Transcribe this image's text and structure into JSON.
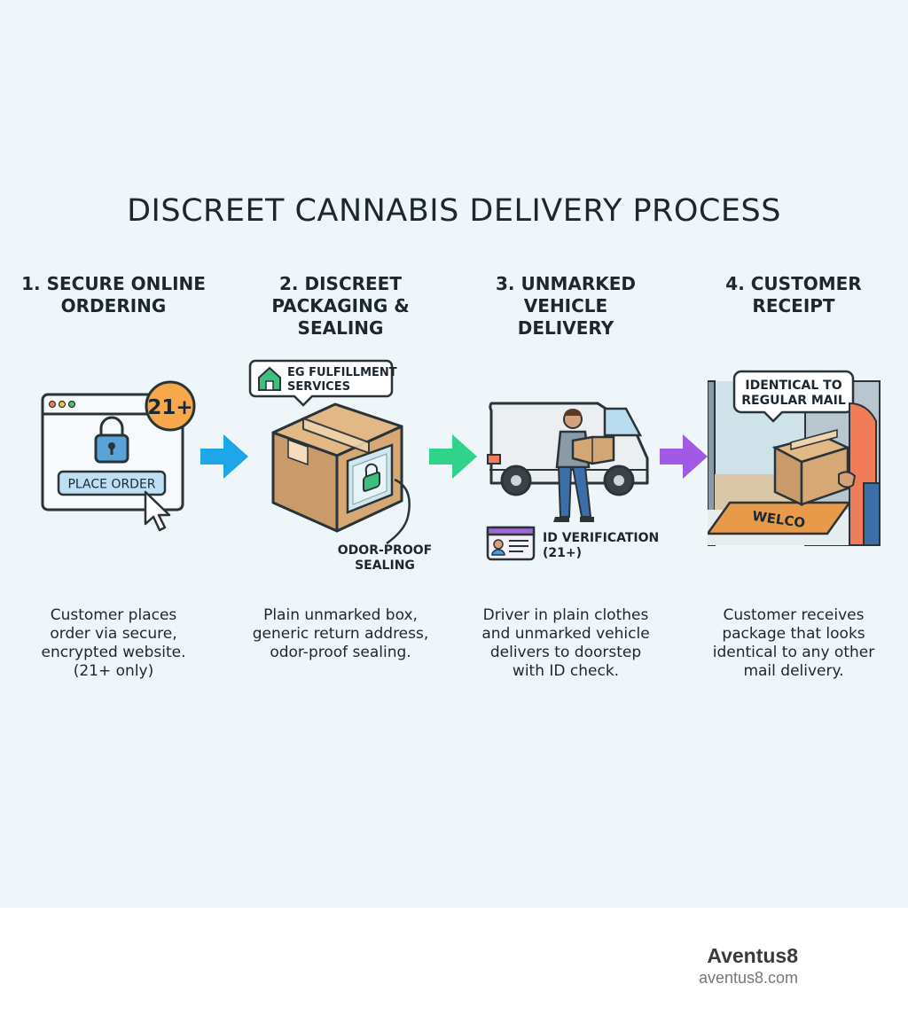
{
  "title": "DISCREET CANNABIS DELIVERY PROCESS",
  "steps": [
    {
      "title_lines": [
        "1. SECURE ONLINE",
        "ORDERING"
      ],
      "description_lines": [
        "Customer places",
        "order via secure,",
        "encrypted website.",
        "(21+ only)"
      ],
      "badge": "21+",
      "button": "PLACE ORDER"
    },
    {
      "title_lines": [
        "2. DISCREET",
        "PACKAGING &",
        "SEALING"
      ],
      "description_lines": [
        "Plain unmarked box,",
        "generic return address,",
        "odor-proof sealing."
      ],
      "callout_lines": [
        "EG FULFILLMENT",
        "SERVICES"
      ],
      "seal_label_lines": [
        "ODOR-PROOF",
        "SEALING"
      ]
    },
    {
      "title_lines": [
        "3. UNMARKED",
        "VEHICLE",
        "DELIVERY"
      ],
      "description_lines": [
        "Driver in plain clothes",
        "and unmarked vehicle",
        "delivers to doorstep",
        "with ID check."
      ],
      "id_label_lines": [
        "ID VERIFICATION",
        "(21+)"
      ]
    },
    {
      "title_lines": [
        "4. CUSTOMER",
        "RECEIPT"
      ],
      "description_lines": [
        "Customer receives",
        "package that looks",
        "identical to any other",
        "mail delivery."
      ],
      "callout_lines": [
        "IDENTICAL TO",
        "REGULAR MAIL"
      ],
      "mat_text": "WELCO"
    }
  ],
  "arrows": [
    {
      "color": "#1ea7e8"
    },
    {
      "color": "#2fd38a"
    },
    {
      "color": "#a05ae6"
    }
  ],
  "footer": {
    "brand": "Aventus8",
    "url": "aventus8.com"
  }
}
